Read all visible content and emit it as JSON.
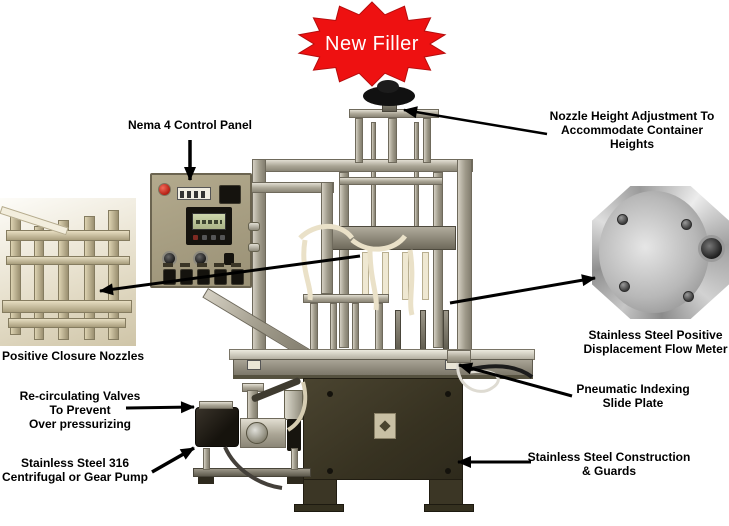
{
  "badge": {
    "label": "New Filler",
    "bg_color": "#ee1111",
    "text_color": "#ffffff"
  },
  "callouts": {
    "control_panel": {
      "lines": [
        "Nema 4 Control Panel"
      ]
    },
    "nozzle_height": {
      "lines": [
        "Nozzle Height Adjustment To",
        "Accommodate Container",
        "Heights"
      ]
    },
    "closure_nozzles": {
      "lines": [
        "Positive Closure Nozzles"
      ]
    },
    "flow_meter": {
      "lines": [
        "Stainless Steel Positive",
        "Displacement Flow Meter"
      ]
    },
    "recirculating_valves": {
      "lines": [
        "Re-circulating Valves",
        "To Prevent",
        "Over pressurizing"
      ]
    },
    "pump": {
      "lines": [
        "Stainless Steel 316",
        "Centrifugal or Gear Pump"
      ]
    },
    "indexing": {
      "lines": [
        "Pneumatic Indexing",
        "Slide Plate"
      ]
    },
    "construction": {
      "lines": [
        "Stainless Steel Construction",
        "& Guards"
      ]
    }
  }
}
